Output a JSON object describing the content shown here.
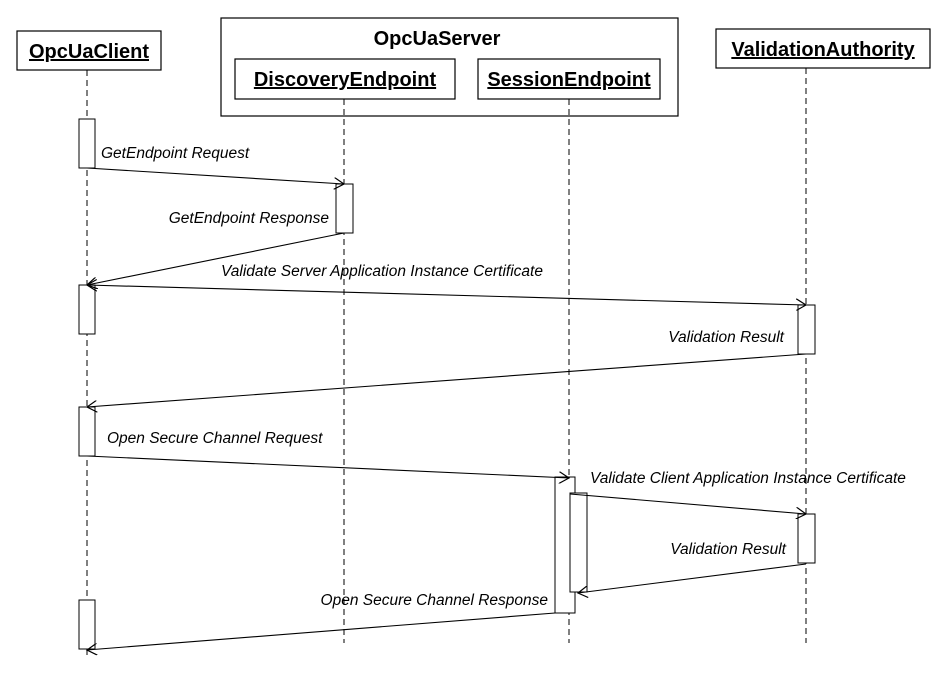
{
  "diagram": {
    "server_group_label": "OpcUaServer",
    "participants": {
      "client": "OpcUaClient",
      "discovery": "DiscoveryEndpoint",
      "session": "SessionEndpoint",
      "authority": "ValidationAuthority"
    },
    "messages": [
      {
        "label": "GetEndpoint Request",
        "from": "client",
        "to": "discovery"
      },
      {
        "label": "GetEndpoint Response",
        "from": "discovery",
        "to": "client"
      },
      {
        "label": "Validate Server Application Instance Certificate",
        "from": "client",
        "to": "authority"
      },
      {
        "label": "Validation Result",
        "from": "authority",
        "to": "client"
      },
      {
        "label": "Open Secure Channel Request",
        "from": "client",
        "to": "session"
      },
      {
        "label": "Validate Client Application Instance Certificate",
        "from": "session",
        "to": "authority"
      },
      {
        "label": "Validation Result",
        "from": "authority",
        "to": "session"
      },
      {
        "label": "Open Secure Channel Response",
        "from": "session",
        "to": "client"
      }
    ]
  }
}
